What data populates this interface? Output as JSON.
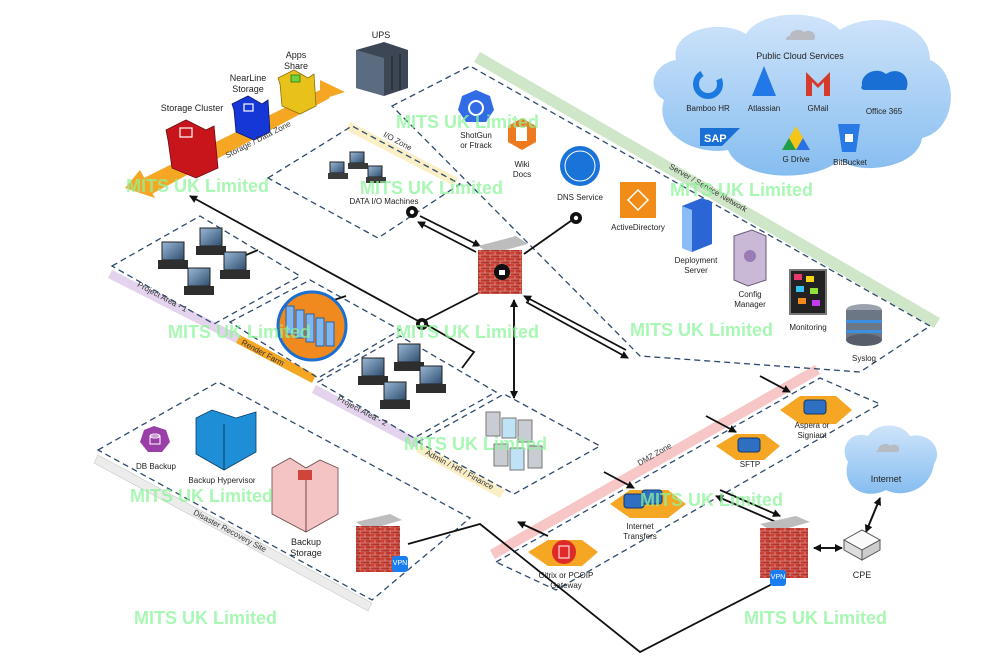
{
  "watermark": "MITS UK Limited",
  "zones": {
    "storage": "Storage / Data Zone",
    "io": "I/O Zone",
    "server": "Server / Service Network",
    "project1": "Project Area - 1",
    "render": "Render Farm",
    "project2": "Project Area - 2",
    "admin": "Admin / HR / Finance",
    "dr": "Disaster Recovery Site",
    "dmz": "DMZ Zone"
  },
  "nodes": {
    "ups": "UPS",
    "storage_cluster": "Storage Cluster",
    "nearline_1": "NearLine",
    "nearline_2": "Storage",
    "apps_1": "Apps",
    "apps_2": "Share",
    "data_io": "DATA I/O Machines",
    "shotgun_1": "ShotGun",
    "shotgun_2": "or Ftrack",
    "wiki_1": "Wiki",
    "wiki_2": "Docs",
    "dns": "DNS Service",
    "ad": "ActiveDirectory",
    "deploy_1": "Deployment",
    "deploy_2": "Server",
    "config_1": "Config",
    "config_2": "Manager",
    "monitoring": "Monitoring",
    "syslog": "Syslog",
    "db_backup": "DB Backup",
    "backup_hyper": "Backup Hypervisor",
    "backup_storage_1": "Backup",
    "backup_storage_2": "Storage",
    "citrix_1": "Citrix or PCOIP",
    "citrix_2": "Gateway",
    "internet_transfers_1": "Internet",
    "internet_transfers_2": "Transfers",
    "sftp": "SFTP",
    "aspera_1": "Aspera or",
    "aspera_2": "Signiant",
    "internet": "Internet",
    "cpe": "CPE",
    "vpn": "VPN"
  },
  "cloud": {
    "title": "Public Cloud Services",
    "services": [
      "Bamboo HR",
      "Atlassian",
      "GMail",
      "Office 365",
      "SAP",
      "G Drive",
      "BitBucket"
    ]
  },
  "colors": {
    "zone_border": "#2d4a6e",
    "storage_band": "#f5a623",
    "server_band": "#cfe6c8",
    "project_band": "#e4d3ec",
    "admin_band": "#fbefc6",
    "dmz_band": "#f7c6c6",
    "cloud": "#9cc8f2",
    "firewall": "#c9362b",
    "watermark": "#8cf59a"
  }
}
